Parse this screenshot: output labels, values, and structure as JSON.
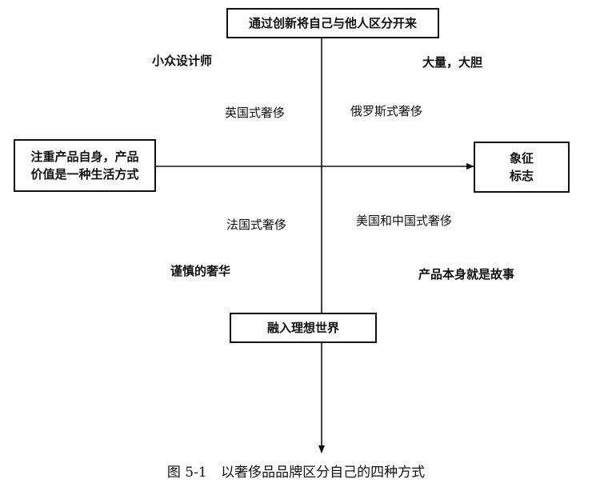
{
  "top_box": "通过创新将自己与他人区分开来",
  "bottom_box": "融入理想世界",
  "left_box": {
    "line1": "注重产品自身，产品",
    "line2": "价值是一种生活方式"
  },
  "right_box": {
    "line1": "象征",
    "line2": "标志"
  },
  "quadrant_labels": {
    "top_left_outer": "小众设计师",
    "top_right_outer": "大量，大胆",
    "top_left_inner": "英国式奢侈",
    "top_right_inner": "俄罗斯式奢侈",
    "bottom_left_inner": "法国式奢侈",
    "bottom_right_inner": "美国和中国式奢侈",
    "bottom_left_outer": "谨慎的奢华",
    "bottom_right_outer": "产品本身就是故事"
  },
  "caption": {
    "number": "图 5-1",
    "text": "以奢侈品品牌区分自己的四种方式"
  }
}
